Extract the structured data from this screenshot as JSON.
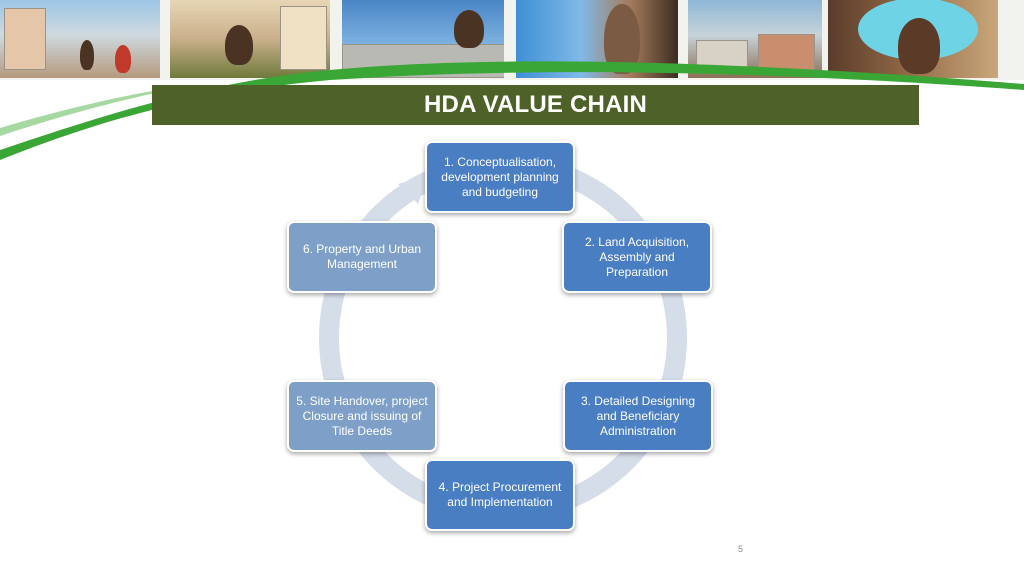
{
  "slide": {
    "title": "HDA VALUE CHAIN",
    "page_number": "5"
  },
  "diagram": {
    "type": "cycle",
    "steps": [
      {
        "label": "1. Conceptualisation, development planning and budgeting"
      },
      {
        "label": "2. Land Acquisition, Assembly and Preparation"
      },
      {
        "label": "3. Detailed Designing and Beneficiary Administration"
      },
      {
        "label": "4. Project Procurement and Implementation"
      },
      {
        "label": "5. Site Handover, project Closure and issuing of Title Deeds"
      },
      {
        "label": "6. Property and Urban Management"
      }
    ]
  },
  "colors": {
    "title_bar": "#4e6129",
    "swoosh_green": "#3aa635",
    "step_box": "#4a7ec2",
    "step_box_faded": "#7ea0c8",
    "cycle_arrow": "#d5dde9"
  }
}
